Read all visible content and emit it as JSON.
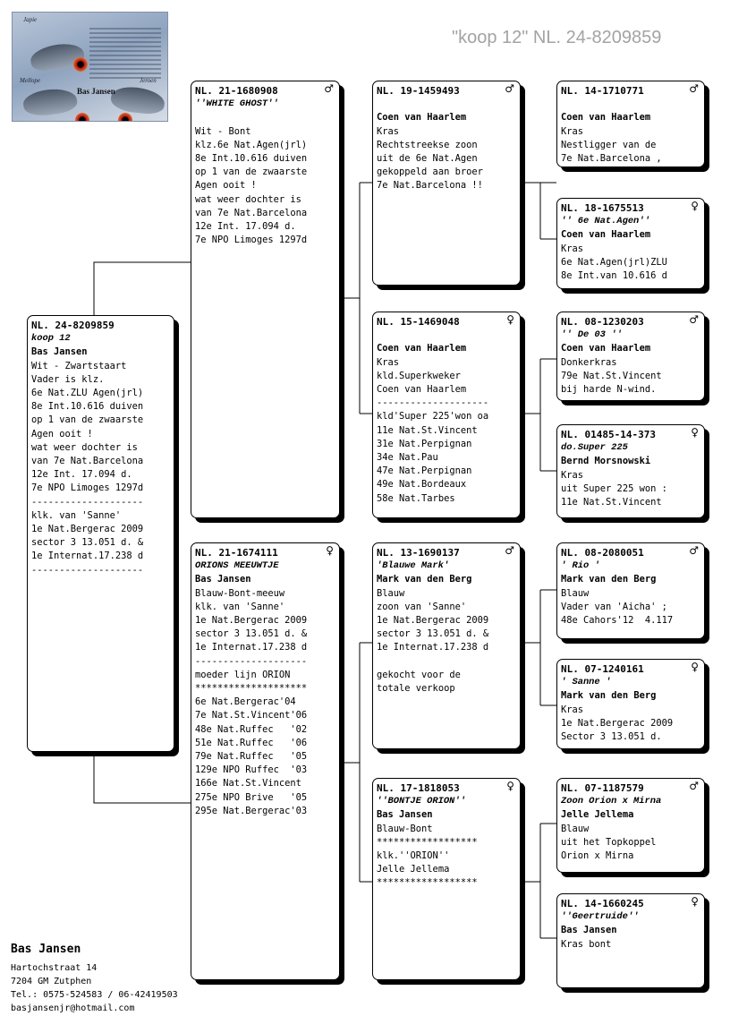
{
  "title": "\"koop 12\"  NL. 24-8209859",
  "header_image": {
    "name": "Bas Jansen",
    "labels": [
      "Japie",
      "Mellope",
      "Jeroen"
    ]
  },
  "contact": {
    "name": "Bas Jansen",
    "street": "Hartochstraat 14",
    "city": "7204 GM  Zutphen",
    "tel": "Tel.: 0575-524583 / 06-42419503",
    "email": "basjansenjr@hotmail.com"
  },
  "cards": {
    "subject": {
      "ring": "NL. 24-8209859",
      "sex": "",
      "name": "koop 12",
      "owner": "Bas Jansen",
      "lines": [
        "Wit - Zwartstaart",
        "Vader is klz.",
        "6e Nat.ZLU Agen(jrl)",
        "8e Int.10.616 duiven",
        "op 1 van de zwaarste",
        "Agen ooit !",
        "wat weer dochter is",
        "van 7e Nat.Barcelona",
        "12e Int. 17.094 d.",
        "7e NPO Limoges 1297d",
        "--------------------",
        "klk. van 'Sanne'",
        "1e Nat.Bergerac 2009",
        "sector 3 13.051 d. &",
        "1e Internat.17.238 d",
        "--------------------"
      ]
    },
    "sire": {
      "ring": "NL. 21-1680908",
      "sex": "♂",
      "name": "''WHITE GHOST''",
      "owner": "",
      "lines": [
        "",
        "Wit - Bont",
        "klz.6e Nat.Agen(jrl)",
        "8e Int.10.616 duiven",
        "op 1 van de zwaarste",
        "Agen ooit !",
        "wat weer dochter is",
        "van 7e Nat.Barcelona",
        "12e Int. 17.094 d.",
        "7e NPO Limoges 1297d"
      ]
    },
    "dam": {
      "ring": "NL. 21-1674111",
      "sex": "♀",
      "name": "ORIONS MEEUWTJE",
      "owner": "Bas Jansen",
      "lines": [
        "Blauw-Bont-meeuw",
        "klk. van 'Sanne'",
        "1e Nat.Bergerac 2009",
        "sector 3 13.051 d. &",
        "1e Internat.17.238 d",
        "--------------------",
        "moeder lijn ORION",
        "********************",
        "6e Nat.Bergerac'04",
        "7e Nat.St.Vincent'06",
        "48e Nat.Ruffec   '02",
        "51e Nat.Ruffec   '06",
        "79e Nat.Ruffec   '05",
        "129e NPO Ruffec  '03",
        "166e Nat.St.Vincent",
        "275e NPO Brive   '05",
        "295e Nat.Bergerac'03"
      ]
    },
    "ss": {
      "ring": "NL. 19-1459493",
      "sex": "♂",
      "name": "",
      "owner": "Coen van Haarlem",
      "lines": [
        "Kras",
        "Rechtstreekse zoon",
        "uit de 6e Nat.Agen",
        "gekoppeld aan broer",
        "7e Nat.Barcelona !!"
      ]
    },
    "sd": {
      "ring": "NL. 15-1469048",
      "sex": "♀",
      "name": "",
      "owner": "Coen van Haarlem",
      "lines": [
        "Kras",
        "kld.Superkweker",
        "Coen van Haarlem",
        "--------------------",
        "kld'Super 225'won oa",
        "11e Nat.St.Vincent",
        "31e Nat.Perpignan",
        "34e Nat.Pau",
        "47e Nat.Perpignan",
        "49e Nat.Bordeaux",
        "58e Nat.Tarbes"
      ]
    },
    "ds": {
      "ring": "NL. 13-1690137",
      "sex": "♂",
      "name": "'Blauwe Mark'",
      "owner": "Mark van den Berg",
      "lines": [
        "Blauw",
        "zoon van 'Sanne'",
        "1e Nat.Bergerac 2009",
        "sector 3 13.051 d. &",
        "1e Internat.17.238 d",
        "",
        "gekocht voor de",
        "totale verkoop"
      ]
    },
    "dd": {
      "ring": "NL. 17-1818053",
      "sex": "♀",
      "name": "''BONTJE ORION''",
      "owner": "Bas Jansen",
      "lines": [
        "Blauw-Bont",
        "******************",
        "klk.''ORION''",
        "Jelle Jellema",
        "******************"
      ]
    },
    "sss": {
      "ring": "NL. 14-1710771",
      "sex": "♂",
      "name": "",
      "owner": "Coen van Haarlem",
      "lines": [
        "Kras",
        "Nestligger van de",
        "7e Nat.Barcelona ,"
      ]
    },
    "ssd": {
      "ring": "NL. 18-1675513",
      "sex": "♀",
      "name": "'' 6e Nat.Agen''",
      "owner": "Coen van Haarlem",
      "lines": [
        "Kras",
        "6e Nat.Agen(jrl)ZLU",
        "8e Int.van 10.616 d"
      ]
    },
    "sds": {
      "ring": "NL. 08-1230203",
      "sex": "♂",
      "name": "'' De 03 ''",
      "owner": "Coen van Haarlem",
      "lines": [
        "Donkerkras",
        "79e Nat.St.Vincent",
        "bij harde N-wind."
      ]
    },
    "sdd": {
      "ring": "NL. 01485-14-373",
      "sex": "♀",
      "name": "do.Super 225",
      "owner": "Bernd Morsnowski",
      "lines": [
        "Kras",
        "uit Super 225 won :",
        "11e Nat.St.Vincent"
      ]
    },
    "dss": {
      "ring": "NL. 08-2080051",
      "sex": "♂",
      "name": "' Rio '",
      "owner": "Mark van den Berg",
      "lines": [
        "Blauw",
        "Vader van 'Aicha' ;",
        "48e Cahors'12  4.117"
      ]
    },
    "dsd": {
      "ring": "NL. 07-1240161",
      "sex": "♀",
      "name": "' Sanne '",
      "owner": "Mark van den Berg",
      "lines": [
        "Kras",
        "1e Nat.Bergerac 2009",
        "Sector 3 13.051 d."
      ]
    },
    "dds": {
      "ring": "NL. 07-1187579",
      "sex": "♂",
      "name": "Zoon Orion x Mirna",
      "owner": "Jelle Jellema",
      "lines": [
        "Blauw",
        "uit het Topkoppel",
        "Orion x Mirna"
      ]
    },
    "ddd": {
      "ring": "NL. 14-1660245",
      "sex": "♀",
      "name": "''Geertruide''",
      "owner": "Bas Jansen",
      "lines": [
        "Kras bont"
      ]
    }
  }
}
